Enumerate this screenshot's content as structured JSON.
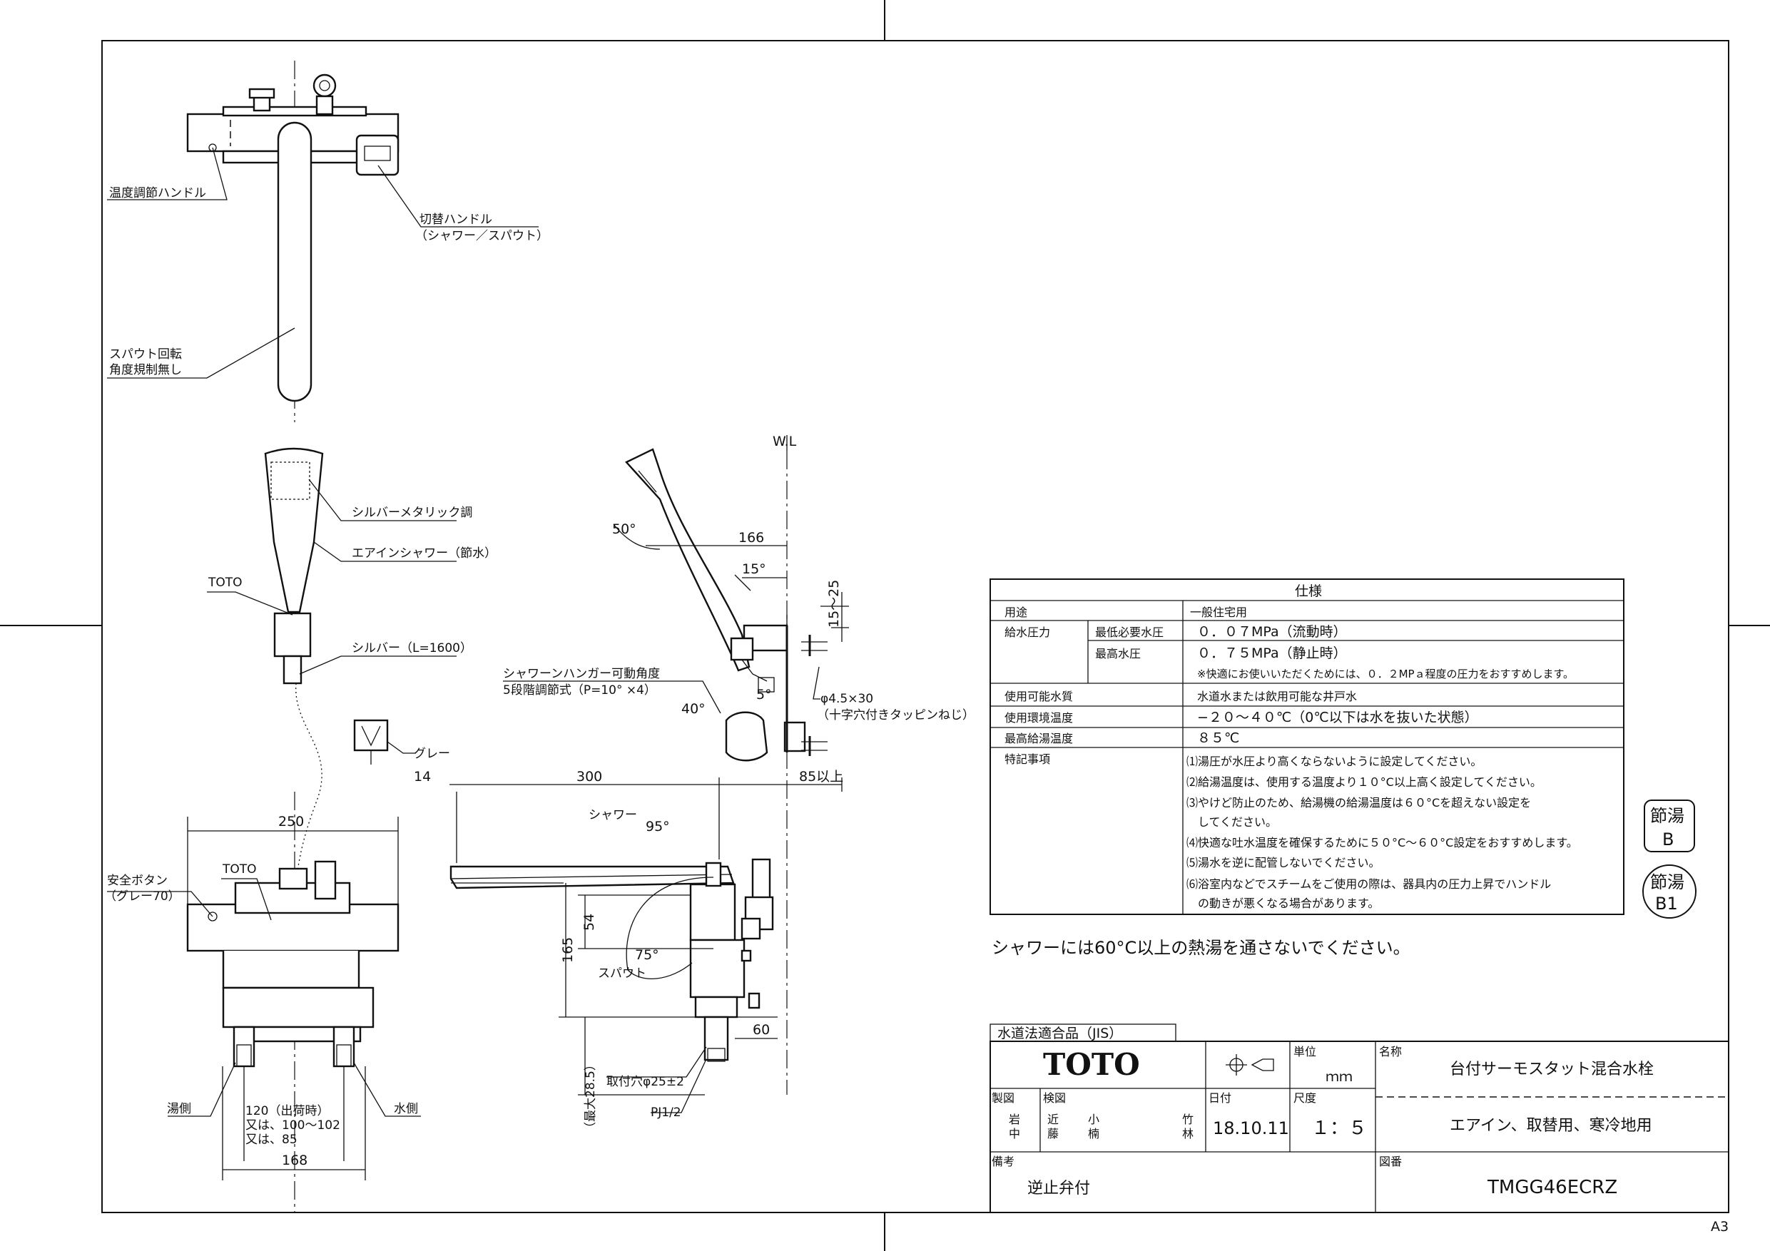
{
  "labels": {
    "temp_handle": "温度調節ハンドル",
    "switch_handle_1": "切替ハンドル",
    "switch_handle_2": "（シャワー／スパウト）",
    "spout_rotation_1": "スパウト回転",
    "spout_rotation_2": "角度規制無し",
    "silver_metallic": "シルバーメタリック調",
    "air_in_shower": "エアインシャワー（節水）",
    "toto_head": "TOTO",
    "silver_hose": "シルバー（L=1600）",
    "hanger_1": "シャワーンハンガー可動角度",
    "hanger_2": "5段階調節式（P=10° ×4）",
    "gray": "グレー",
    "screw_1": "φ4.5×30",
    "screw_2": "（十字穴付きタッピンねじ）",
    "wl": "W.L",
    "shower": "シャワー",
    "spout": "スパウト",
    "safety_1": "安全ボタン",
    "safety_2": "（グレー70）",
    "toto_body": "TOTO",
    "hot_side": "湯側",
    "cold_side": "水側",
    "mount_hole": "取付穴φ25±2",
    "pj": "PJ1/2",
    "pitch_1": "120（出荷時）",
    "pitch_2": "又は、100〜102",
    "pitch_3": "又は、85",
    "max_285": "（最大28.5）",
    "shower_note": "シャワーには60°C以上の熱湯を通さないでください。",
    "a3": "A3"
  },
  "dims": {
    "d250": "250",
    "d168": "168",
    "d14": "14",
    "d300": "300",
    "d85": "85以上",
    "d166": "166",
    "d15deg": "15°",
    "d50deg": "50°",
    "d40deg": "40°",
    "d5deg": "5°",
    "d95deg": "95°",
    "d75deg": "75°",
    "d15_25": "15〜25",
    "d54": "54",
    "d165": "165",
    "d60": "60"
  },
  "spec": {
    "title": "仕様",
    "rows": [
      {
        "label": "用途",
        "sub": "",
        "value": "一般住宅用"
      },
      {
        "label": "給水圧力",
        "sub": "最低必要水圧",
        "value": "０．０７MPa（流動時）"
      },
      {
        "label": "",
        "sub": "最高水圧",
        "value": "０．７５MPa（静止時）"
      },
      {
        "label": "",
        "sub": "",
        "value": "※快適にお使いいただくためには、０．２MPａ程度の圧力をおすすめします。"
      },
      {
        "label": "使用可能水質",
        "sub": "",
        "value": "水道水または飲用可能な井戸水"
      },
      {
        "label": "使用環境温度",
        "sub": "",
        "value": "−２０〜４０℃（0℃以下は水を抜いた状態）"
      },
      {
        "label": "最高給湯温度",
        "sub": "",
        "value": "８５℃"
      }
    ],
    "notes_label": "特記事項",
    "notes": [
      "⑴湯圧が水圧より高くならないように設定してください。",
      "⑵給湯温度は、使用する温度より１０°C以上高く設定してください。",
      "⑶やけど防止のため、給湯機の給湯温度は６０°Cを超えない設定を",
      "　してください。",
      "⑷快適な吐水温度を確保するために５０°C〜６０°C設定をおすすめします。",
      "⑸湯水を逆に配管しないでください。",
      "⑹浴室内などでスチームをご使用の際は、器具内の圧力上昇でハンドル",
      "　の動きが悪くなる場合があります。"
    ]
  },
  "marks": {
    "mark1_line1": "節湯",
    "mark1_line2": "B",
    "mark2_line1": "節湯",
    "mark2_line2": "B1"
  },
  "title_block": {
    "jis": "水道法適合品（JIS）",
    "brand": "TOTO",
    "unit_label": "単位",
    "unit": "ｍｍ",
    "name_label": "名称",
    "name": "台付サーモスタット混合水栓",
    "drawn_label": "製図",
    "drawn_1": "岩",
    "drawn_2": "中",
    "checked_label": "検図",
    "checked_1": "近",
    "checked_2": "藤",
    "checked_3": "小",
    "checked_4": "楠",
    "checked_5": "竹",
    "checked_6": "林",
    "date_label": "日付",
    "date": "18.10.11",
    "scale_label": "尺度",
    "scale": "１：５",
    "subname": "エアイン、取替用、寒冷地用",
    "remarks_label": "備考",
    "remarks": "逆止弁付",
    "number_label": "図番",
    "number": "TMGG46ECRZ"
  }
}
